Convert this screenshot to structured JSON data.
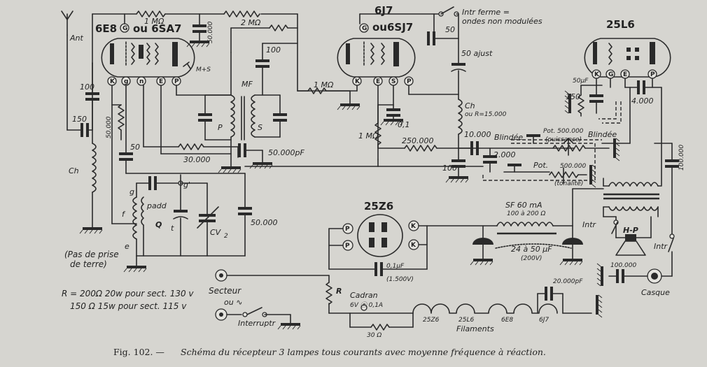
{
  "tubes": {
    "t1_name": "6E8",
    "t1_alt": "ou 6SA7",
    "t2_name": "6J7",
    "t2_alt": "ou6SJ7",
    "t3_name": "25L6",
    "t4_name": "25Z6"
  },
  "pins": {
    "G": "G",
    "K": "K",
    "g": "g",
    "n": "n",
    "E": "E",
    "P": "P",
    "S": "S",
    "P1": "P",
    "P2": "P",
    "K1": "K",
    "K2": "K"
  },
  "labels": {
    "ant": "Ant",
    "c100": "100",
    "c150": "150",
    "ch": "Ch",
    "r50000": "50.000",
    "c50a": "50",
    "pas_prise1": "(Pas de prise",
    "pas_prise2": "de terre)",
    "r1m_top": "1 MΩ",
    "c50000_top": "50.000",
    "r2m": "2 MΩ",
    "c100_mf": "100",
    "mf": "MF",
    "mf_p": "P",
    "mf_s": "S",
    "mas": "M+S",
    "r30000": "30.000",
    "c50000pf": "50.000pF",
    "osc_g": "g",
    "osc_g2": "g'",
    "padd": "padd",
    "osc_f": "f",
    "osc_q": "Q",
    "osc_t": "t",
    "cv2": "CV",
    "cv2_sub": "2",
    "osc_e": "e",
    "c50000b": "50.000",
    "inter_ferme1": "Intr ferme =",
    "inter_ferme2": "ondes non modulées",
    "c50": "50",
    "c50_ajust": "50 ajust",
    "r1m_mid": "1 MΩ",
    "c01": "0,1",
    "ch_15000a": "Ch",
    "ch_15000b": "ou R=15.000",
    "r1m_grid": "1 MΩ",
    "r250000": "250.000",
    "c10000": "10.000",
    "c2000": "2.000",
    "c100b": "100",
    "blindee1": "Blindée",
    "blindee2": "Blindée",
    "pot500_1": "Pot. 500.000",
    "puissance": "(puissance)",
    "pot500_2a": "Pot.",
    "pot500_2b": "500.000",
    "tonalite": "(tonalité)",
    "c50uf": "50μF",
    "r150": "150",
    "c4000": "4.000",
    "c100000": "100.000",
    "sf1": "SF 60 mA",
    "sf2": "100 à 200 Ω",
    "c24_50a": "24 à 50 μF",
    "c24_50b": "(200V)",
    "intr": "Intr",
    "hp": "H-P",
    "intr2": "Intr",
    "c100000b": "100.000",
    "casque": "Casque",
    "c01uf": "0,1μF",
    "c1500v": "(1.500V)",
    "r_lbl": "R",
    "secteur": "Secteur",
    "ou_ac": "ou ∿",
    "interrupt": "Interruptr",
    "cadran": "Cadran",
    "cadran_v": "6V ⓞ 0,1A",
    "r30": "30 Ω",
    "f_25z6": "25Z6",
    "f_25l6": "25L6",
    "f_6e8": "6E8",
    "f_6j7": "6J7",
    "filaments": "Filaments",
    "c20000pf": "20.000pF",
    "r_note1": "R = 200Ω 20w pour sect. 130 v",
    "r_note2": "150 Ω 15w pour sect. 115 v"
  },
  "caption": {
    "fig": "Fig. 102. —",
    "text": "Schéma du récepteur 3 lampes tous courants avec moyenne fréquence à réaction."
  }
}
